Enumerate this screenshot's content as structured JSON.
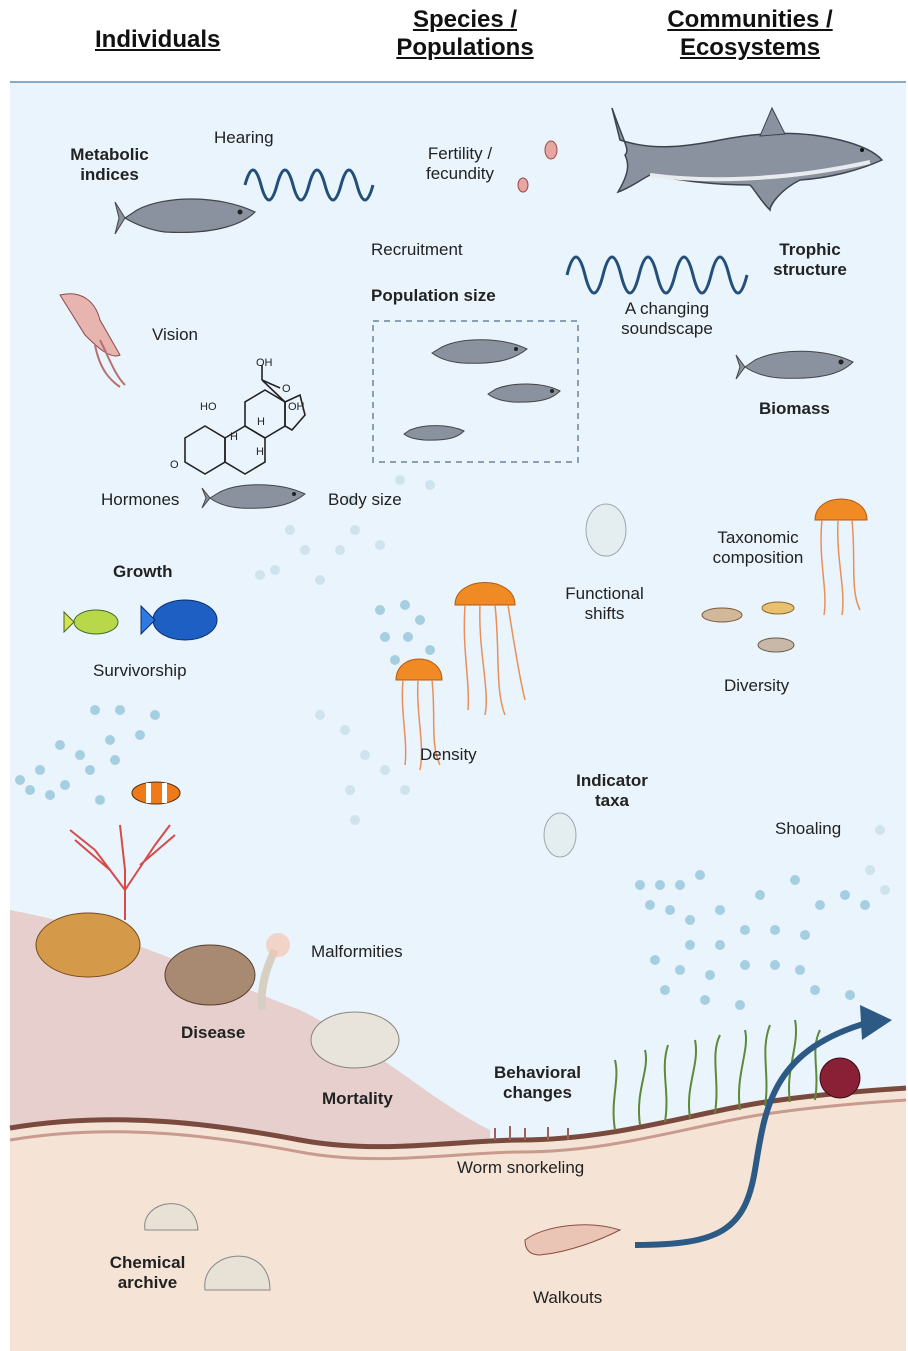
{
  "headers": {
    "individuals": "Individuals",
    "species_line1": "Species /",
    "species_line2": "Populations",
    "communities_line1": "Communities /",
    "communities_line2": "Ecosystems"
  },
  "labels": {
    "metabolic_1": "Metabolic",
    "metabolic_2": "indices",
    "hearing": "Hearing",
    "vision": "Vision",
    "hormones": "Hormones",
    "body_size": "Body size",
    "growth": "Growth",
    "survivorship": "Survivorship",
    "fertility_1": "Fertility /",
    "fertility_2": "fecundity",
    "recruitment": "Recruitment",
    "population_size": "Population size",
    "trophic_1": "Trophic",
    "trophic_2": "structure",
    "soundscape_1": "A changing",
    "soundscape_2": "soundscape",
    "biomass": "Biomass",
    "taxonomic_1": "Taxonomic",
    "taxonomic_2": "composition",
    "functional_1": "Functional",
    "functional_2": "shifts",
    "diversity": "Diversity",
    "density": "Density",
    "indicator_1": "Indicator",
    "indicator_2": "taxa",
    "shoaling": "Shoaling",
    "malformities": "Malformities",
    "disease": "Disease",
    "mortality": "Mortality",
    "behavioral_1": "Behavioral",
    "behavioral_2": "changes",
    "worm_snorkeling": "Worm snorkeling",
    "chemical_1": "Chemical",
    "chemical_2": "archive",
    "walkouts": "Walkouts"
  },
  "hormone_labels": {
    "oh_top": "OH",
    "o_top": "O",
    "oh_right": "OH",
    "ho_left": "HO",
    "h1": "H",
    "h2": "H",
    "h3": "H",
    "o_left": "O"
  },
  "colors": {
    "water": "#eaf4fc",
    "seabed": "#e6cfcd",
    "sediment": "#f5e4d6",
    "sediment_line": "#7a4a3e",
    "wave": "#23507a",
    "arrow": "#2d5a85",
    "bubble": "#8fc3d9",
    "fish": "#8a92a0",
    "jelly": "#f08a25"
  }
}
